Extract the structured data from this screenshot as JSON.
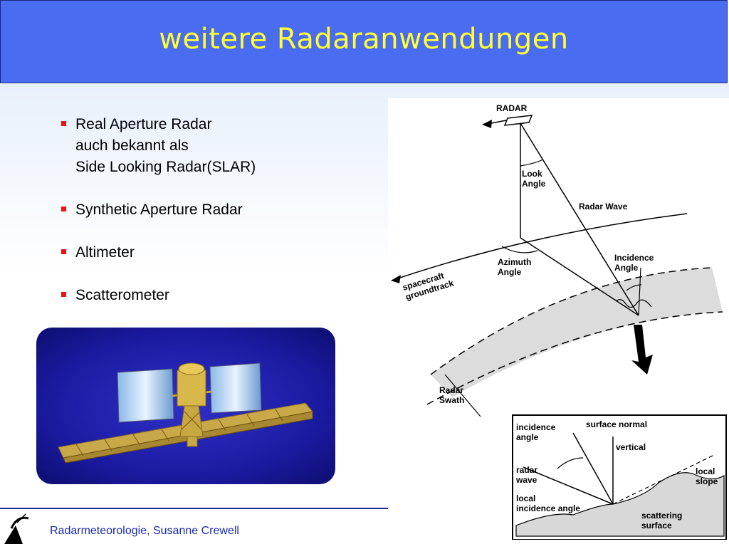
{
  "slide": {
    "title": "weitere Radaranwendungen",
    "bullets": [
      [
        "Real Aperture Radar",
        "auch bekannt als",
        "Side Looking Radar(SLAR)"
      ],
      [
        "Synthetic Aperture Radar"
      ],
      [
        "Altimeter"
      ],
      [
        "Scatterometer"
      ]
    ],
    "footer": "Radarmeteorologie, Susanne Crewell"
  },
  "diagram": {
    "radar": "RADAR",
    "look_angle": [
      "Look",
      "Angle"
    ],
    "radar_wave": "Radar Wave",
    "incidence_angle": [
      "Incidence",
      "Angle"
    ],
    "azimuth_angle": [
      "Azimuth",
      "Angle"
    ],
    "groundtrack": [
      "spacecraft",
      "groundtrack"
    ],
    "radar_swath": [
      "Radar",
      "Swath"
    ],
    "inset": {
      "incidence_angle": [
        "incidence",
        "angle"
      ],
      "surface_normal": "surface normal",
      "vertical": "vertical",
      "radar_wave": [
        "radar",
        "wave"
      ],
      "local_slope": [
        "local",
        "slope"
      ],
      "local_incidence_angle": [
        "local",
        "incidence angle"
      ],
      "scattering_surface": [
        "scattering",
        "surface"
      ]
    }
  },
  "colors": {
    "title_bar": "#4a6cf0",
    "title_text": "#ffff33",
    "bullet_marker": "#e11111",
    "footer_text": "#1a2ab0"
  }
}
